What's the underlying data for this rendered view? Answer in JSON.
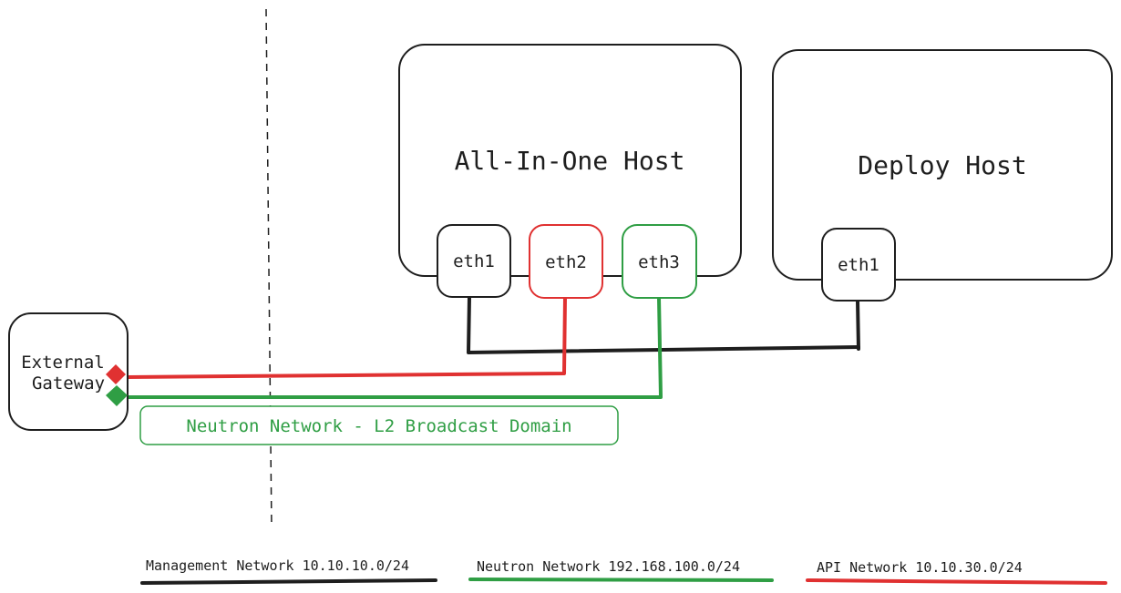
{
  "hosts": {
    "all_in_one": {
      "title": "All-In-One Host"
    },
    "deploy": {
      "title": "Deploy Host"
    }
  },
  "interfaces": {
    "aio_eth1": "eth1",
    "aio_eth2": "eth2",
    "aio_eth3": "eth3",
    "deploy_eth1": "eth1"
  },
  "gateway": {
    "line1": "External",
    "line2": "Gateway"
  },
  "neutron_domain_label": "Neutron Network - L2 Broadcast Domain",
  "legend": {
    "management": "Management Network 10.10.10.0/24",
    "neutron": "Neutron Network 192.168.100.0/24",
    "api": "API Network 10.10.30.0/24"
  },
  "colors": {
    "management": "#1e1e1e",
    "neutron": "#2f9e44",
    "api": "#e03131"
  }
}
